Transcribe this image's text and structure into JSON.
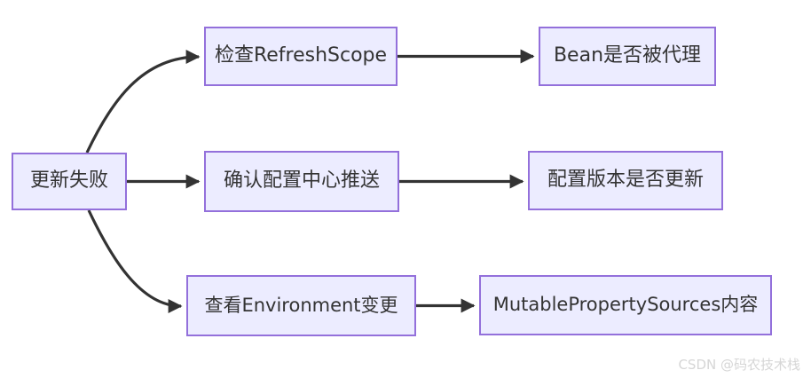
{
  "diagram": {
    "root": {
      "label": "更新失败"
    },
    "branches": [
      {
        "step": {
          "label": "检查RefreshScope"
        },
        "result": {
          "label": "Bean是否被代理"
        }
      },
      {
        "step": {
          "label": "确认配置中心推送"
        },
        "result": {
          "label": "配置版本是否更新"
        }
      },
      {
        "step": {
          "label": "查看Environment变更"
        },
        "result": {
          "label": "MutablePropertySources内容"
        }
      }
    ]
  },
  "watermark": {
    "text": "CSDN @码农技术栈"
  },
  "colors": {
    "background": "#ffffff",
    "node_fill": "#ECECFF",
    "node_border": "#9370DB",
    "text": "#333333",
    "arrow": "#333333",
    "watermark": "#d6d6d6"
  }
}
